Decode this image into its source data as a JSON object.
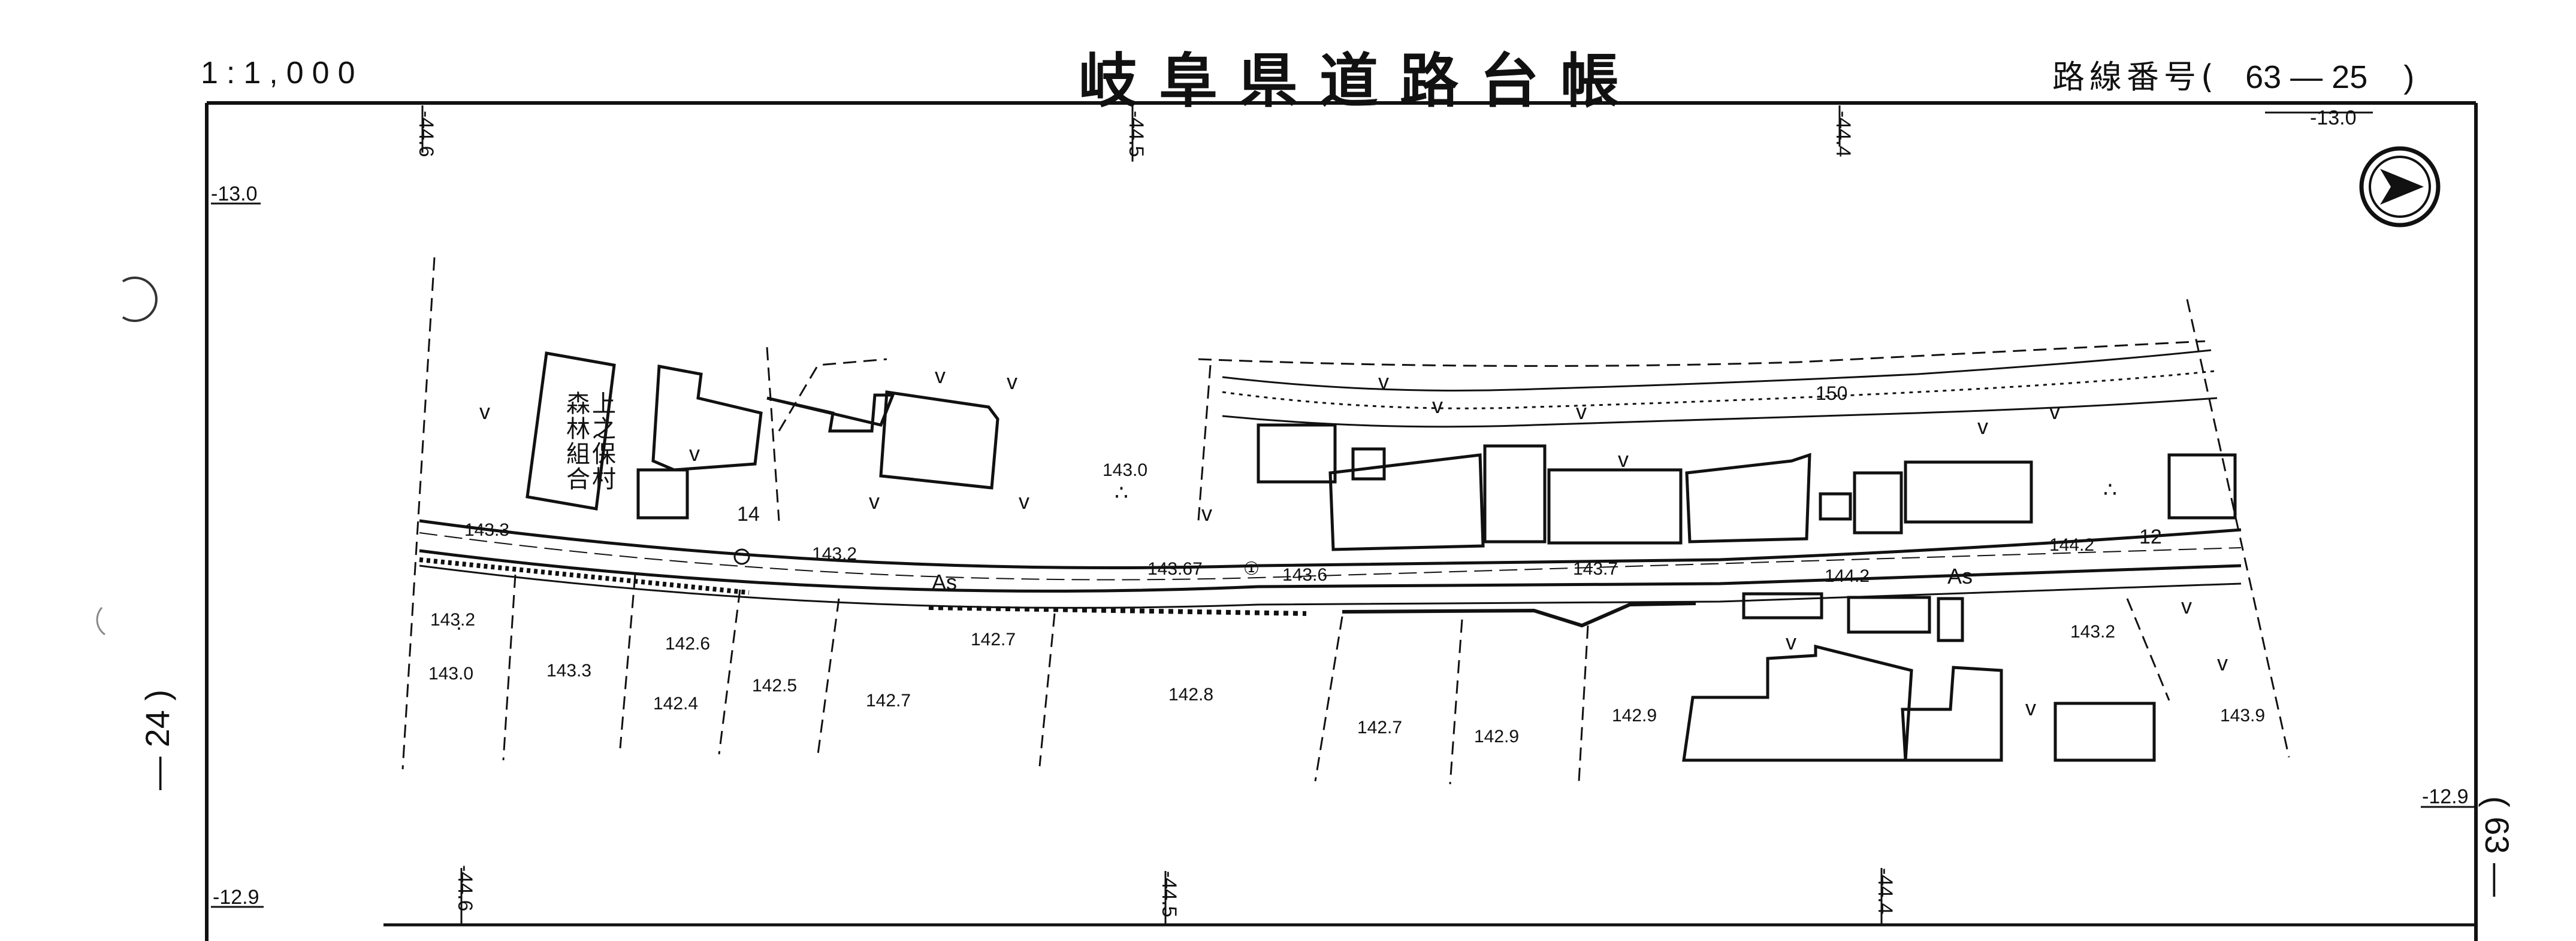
{
  "header": {
    "scale": "1:1,000",
    "title": "岐阜県道路台帳",
    "route_label": "路線番号(",
    "route_number": "63 — 25",
    "route_close": ")"
  },
  "adjacent": {
    "previous_sheet": "— 24 )",
    "next_sheet": "( 63 —"
  },
  "grid": {
    "top_x_labels": [
      "-44.6",
      "-44.5",
      "-44.4"
    ],
    "bottom_x_labels": [
      "-44.6",
      "-44.5",
      "-44.4"
    ],
    "y_labels": [
      "-13.0",
      "-13.0",
      "-12.9",
      "-12.9"
    ]
  },
  "building_label": [
    "上",
    "之",
    "保",
    "村",
    "森",
    "林",
    "組",
    "合"
  ],
  "road": {
    "surface_label_1": "As",
    "surface_label_2": "As",
    "contour_label": "150",
    "station_marker_1": "14",
    "station_marker_2": "12",
    "station_marker_3": "①"
  },
  "elevations": [
    "143.3",
    "143.2",
    "143.67",
    "143.6",
    "143.7",
    "144.2",
    "144.2",
    "143.0",
    "143.2",
    "143.0",
    "143.3",
    "142.6",
    "142.4",
    "142.5",
    "142.7",
    "142.7",
    "142.8",
    "142.7",
    "142.9",
    "142.9",
    "143.2",
    "143.9"
  ],
  "icons": {
    "north_arrow": "compass-north-arrow-icon"
  }
}
